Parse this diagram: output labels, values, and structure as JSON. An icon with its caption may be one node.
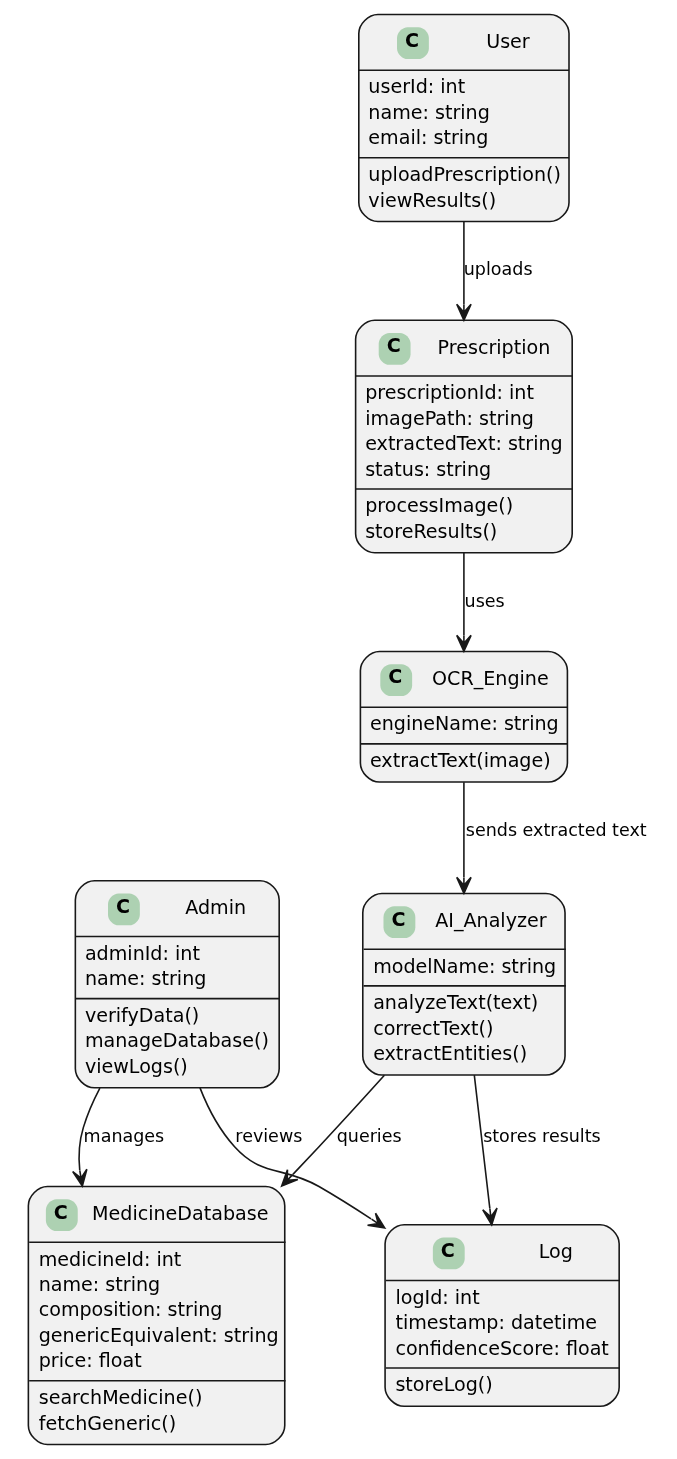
{
  "diagram": {
    "nodes": [
      {
        "text": [
          "C",
          "User",
          "userId: int",
          "name: string",
          "email: string",
          "uploadPrescription()",
          "viewResults()"
        ]
      },
      {
        "text": [
          "C",
          "Prescription",
          "prescriptionId: int",
          "imagePath: string",
          "extractedText: string",
          "status: string",
          "processImage()",
          "storeResults()"
        ]
      },
      {
        "text": [
          "C",
          "OCR_Engine",
          "engineName: string",
          "extractText(image)"
        ]
      },
      {
        "text": [
          "C",
          "Admin",
          "adminId: int",
          "name: string",
          "verifyData()",
          "manageDatabase()",
          "viewLogs()"
        ]
      },
      {
        "text": [
          "C",
          "AI_Analyzer",
          "modelName: string",
          "analyzeText(text)",
          "correctText()",
          "extractEntities()"
        ]
      },
      {
        "text": [
          "C",
          "MedicineDatabase",
          "medicineId: int",
          "name: string",
          "composition: string",
          "genericEquivalent: string",
          "price: float",
          "searchMedicine()",
          "fetchGeneric()"
        ]
      },
      {
        "text": [
          "C",
          "Log",
          "logId: int",
          "timestamp: datetime",
          "confidenceScore: float",
          "storeLog()"
        ]
      }
    ],
    "edges": [
      {
        "from": 0,
        "to": 1,
        "arrow": "to",
        "label": "uploads"
      },
      {
        "from": 1,
        "to": 2,
        "arrow": "to",
        "label": "uses"
      },
      {
        "from": 2,
        "to": 4,
        "arrow": "to",
        "label": "sends extracted text"
      },
      {
        "from": 3,
        "to": 5,
        "arrow": "to",
        "label": "manages"
      },
      {
        "from": 3,
        "to": 6,
        "arrow": "to",
        "label": "reviews"
      },
      {
        "from": 4,
        "to": 5,
        "arrow": "to",
        "label": "queries"
      },
      {
        "from": 4,
        "to": 6,
        "arrow": "to",
        "label": "stores results"
      }
    ]
  }
}
